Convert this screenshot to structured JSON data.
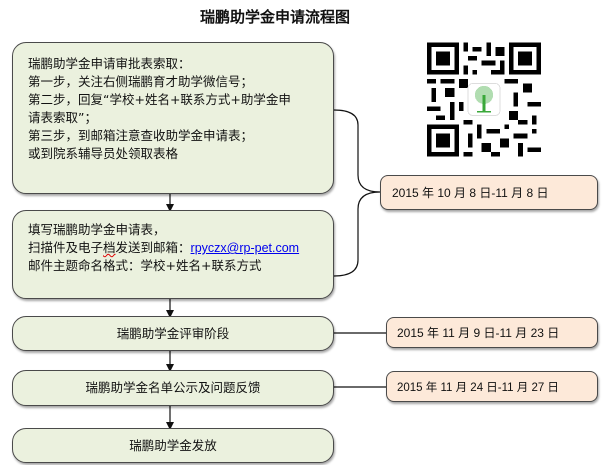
{
  "title": "瑞鹏助学金申请流程图",
  "steps": [
    {
      "lines": [
        "瑞鹏助学金申请审批表索取：",
        "第一步，关注右侧瑞鹏育才助学微信号；",
        "第二步，回复“学校+姓名+联系方式+助学金申",
        "请表索取”；",
        "第三步，到邮箱注意查收助学金申请表；",
        "或到院系辅导员处领取表格"
      ]
    },
    {
      "line1": "填写瑞鹏助学金申请表，",
      "line2_prefix": "扫描件及电子",
      "line2_squiggle": "档",
      "line2_suffix": "发送到邮箱：",
      "email": "rpyczx@rp-pet.com",
      "line3": "邮件主题命名格式：学校+姓名+联系方式"
    },
    {
      "label": "瑞鹏助学金评审阶段"
    },
    {
      "label": "瑞鹏助学金名单公示及问题反馈"
    },
    {
      "label": "瑞鹏助学金发放"
    }
  ],
  "dates": [
    "2015 年 10 月 8 日-11 月 8 日",
    "2015 年 11 月 9 日-11 月 23 日",
    "2015 年 11 月 24 日-11 月 27 日"
  ],
  "qr_code": {
    "icon": "wechat-qr-code-icon",
    "logo": "tree-logo-icon",
    "logo_color": "#3aa83a"
  },
  "colors": {
    "step_fill": "#ebf1de",
    "date_fill": "#fde9d9",
    "border": "#4a4a4a",
    "link": "#0000ee"
  }
}
